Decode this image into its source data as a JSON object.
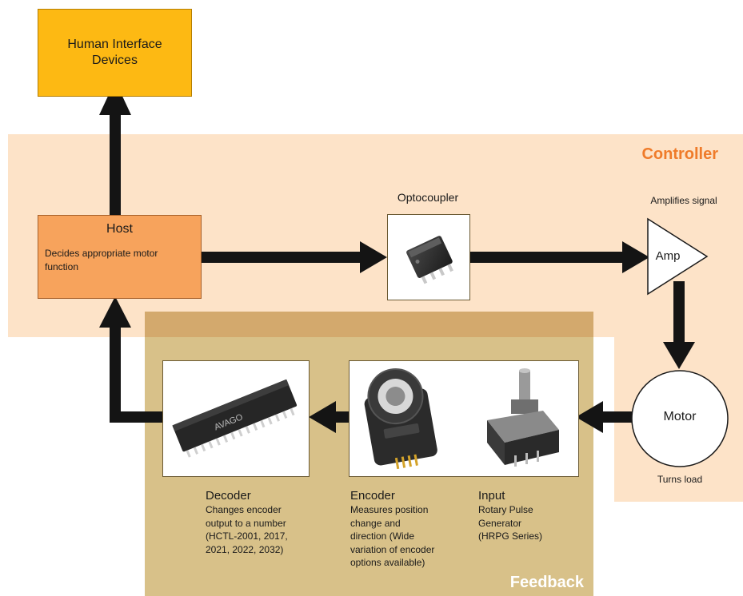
{
  "regions": {
    "controller": {
      "label": "Controller"
    },
    "feedback": {
      "label": "Feedback"
    }
  },
  "hid": {
    "line1": "Human Interface",
    "line2": "Devices"
  },
  "host": {
    "title": "Host",
    "desc_line1": "Decides appropriate motor",
    "desc_line2": "function"
  },
  "optocoupler": {
    "label": "Optocoupler",
    "icon": "optocoupler-chip-photo"
  },
  "amp": {
    "note": "Amplifies signal",
    "label": "Amp"
  },
  "motor": {
    "label": "Motor",
    "note": "Turns load"
  },
  "decoder": {
    "title": "Decoder",
    "lines": [
      "Changes encoder",
      "output to a number",
      "(HCTL-2001, 2017,",
      "2021, 2022, 2032)"
    ],
    "chip_text": "AVAGO"
  },
  "encoder": {
    "title": "Encoder",
    "lines": [
      "Measures position",
      "change and",
      "direction (Wide",
      "variation of encoder",
      "options available)"
    ]
  },
  "input": {
    "title": "Input",
    "lines": [
      "Rotary Pulse",
      "Generator",
      "(HRPG Series)"
    ]
  },
  "colors": {
    "controller_bg": "#fde3c8",
    "feedback_bg": "#d8c189",
    "hid_fill": "#fdb913",
    "host_fill": "#f7a35c",
    "controller_title": "#ef7b2a",
    "arrow": "#141414"
  }
}
